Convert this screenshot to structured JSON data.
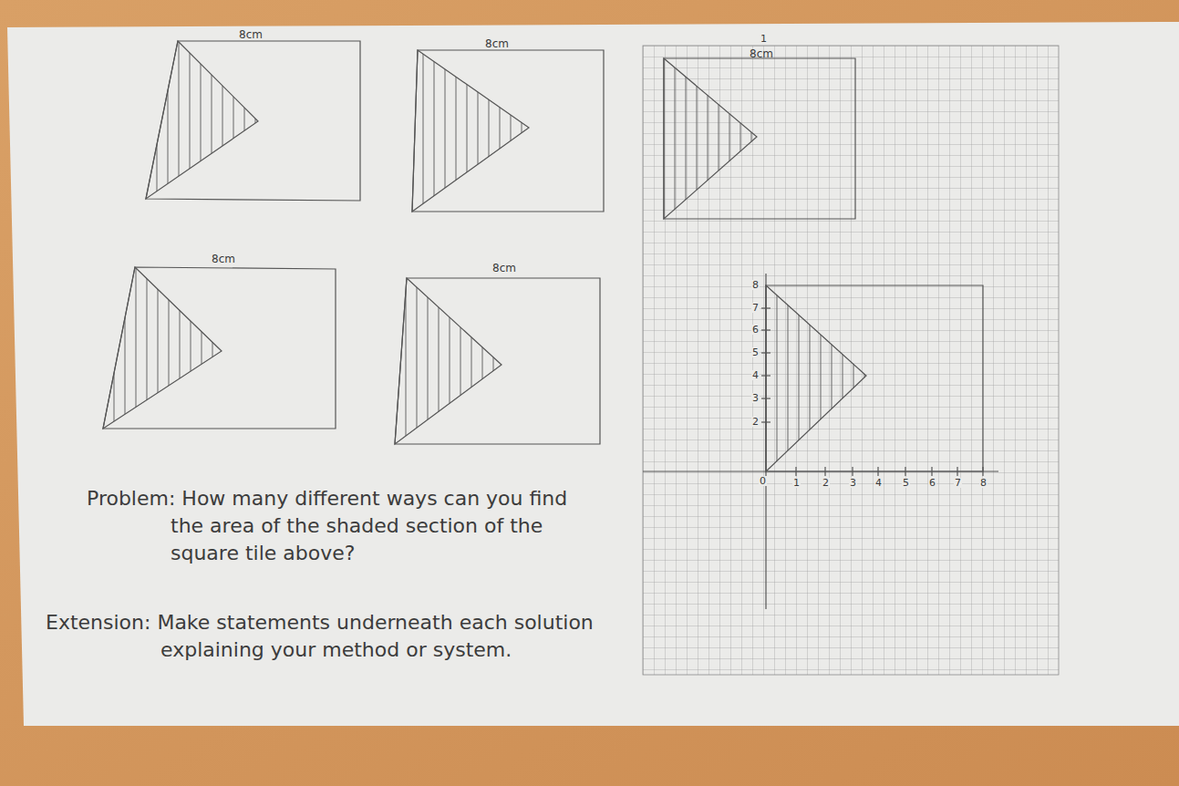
{
  "diagram": {
    "labels": [
      "8cm",
      "8cm",
      "8cm",
      "8cm",
      "1",
      "8cm",
      "8",
      "7",
      "6",
      "5",
      "4",
      "3",
      "2",
      "0",
      "1",
      "2",
      "3",
      "4",
      "5",
      "6",
      "7",
      "8",
      "Problem: How many different ways can you find the area of the shaded section of the square tile above?",
      "Extension: Make statements underneath each solution explaining your method or system."
    ]
  }
}
